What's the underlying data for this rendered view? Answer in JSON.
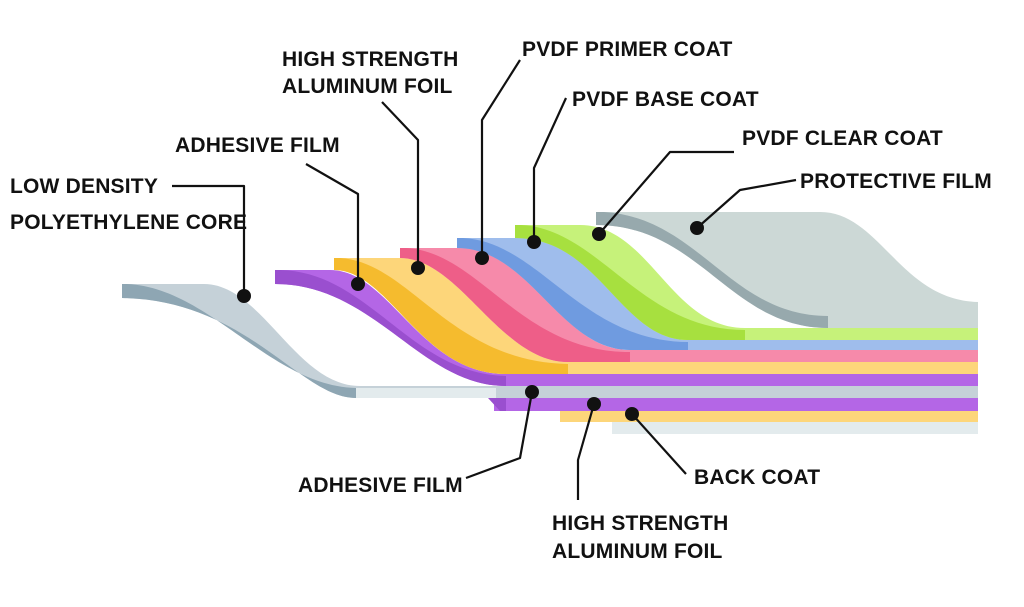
{
  "labels": {
    "core_line1": "LOW DENSITY",
    "core_line2": "POLYETHYLENE CORE",
    "adhesive_top": "ADHESIVE FILM",
    "foil_top_line1": "HIGH STRENGTH",
    "foil_top_line2": "ALUMINUM FOIL",
    "primer": "PVDF PRIMER COAT",
    "base": "PVDF BASE COAT",
    "clear": "PVDF CLEAR COAT",
    "protective": "PROTECTIVE FILM",
    "adhesive_bottom": "ADHESIVE FILM",
    "back_coat": "BACK COAT",
    "foil_bottom_line1": "HIGH STRENGTH",
    "foil_bottom_line2": "ALUMINUM FOIL"
  },
  "colors": {
    "core": "#c5d1d8",
    "core_edge": "#8ea6b3",
    "adhesive": "#b466e6",
    "adhesive_edge": "#9a4fcf",
    "foil": "#fdd67a",
    "foil_edge": "#f5bb2e",
    "primer": "#f68aaa",
    "primer_edge": "#ee5e88",
    "base": "#9fbdec",
    "base_edge": "#6f9be0",
    "clear": "#c6f27a",
    "clear_edge": "#a7e03f",
    "protective": "#ccd8d6",
    "protective_edge": "#97a9ad",
    "back_coat": "#e3ebed",
    "leader": "#111111"
  }
}
